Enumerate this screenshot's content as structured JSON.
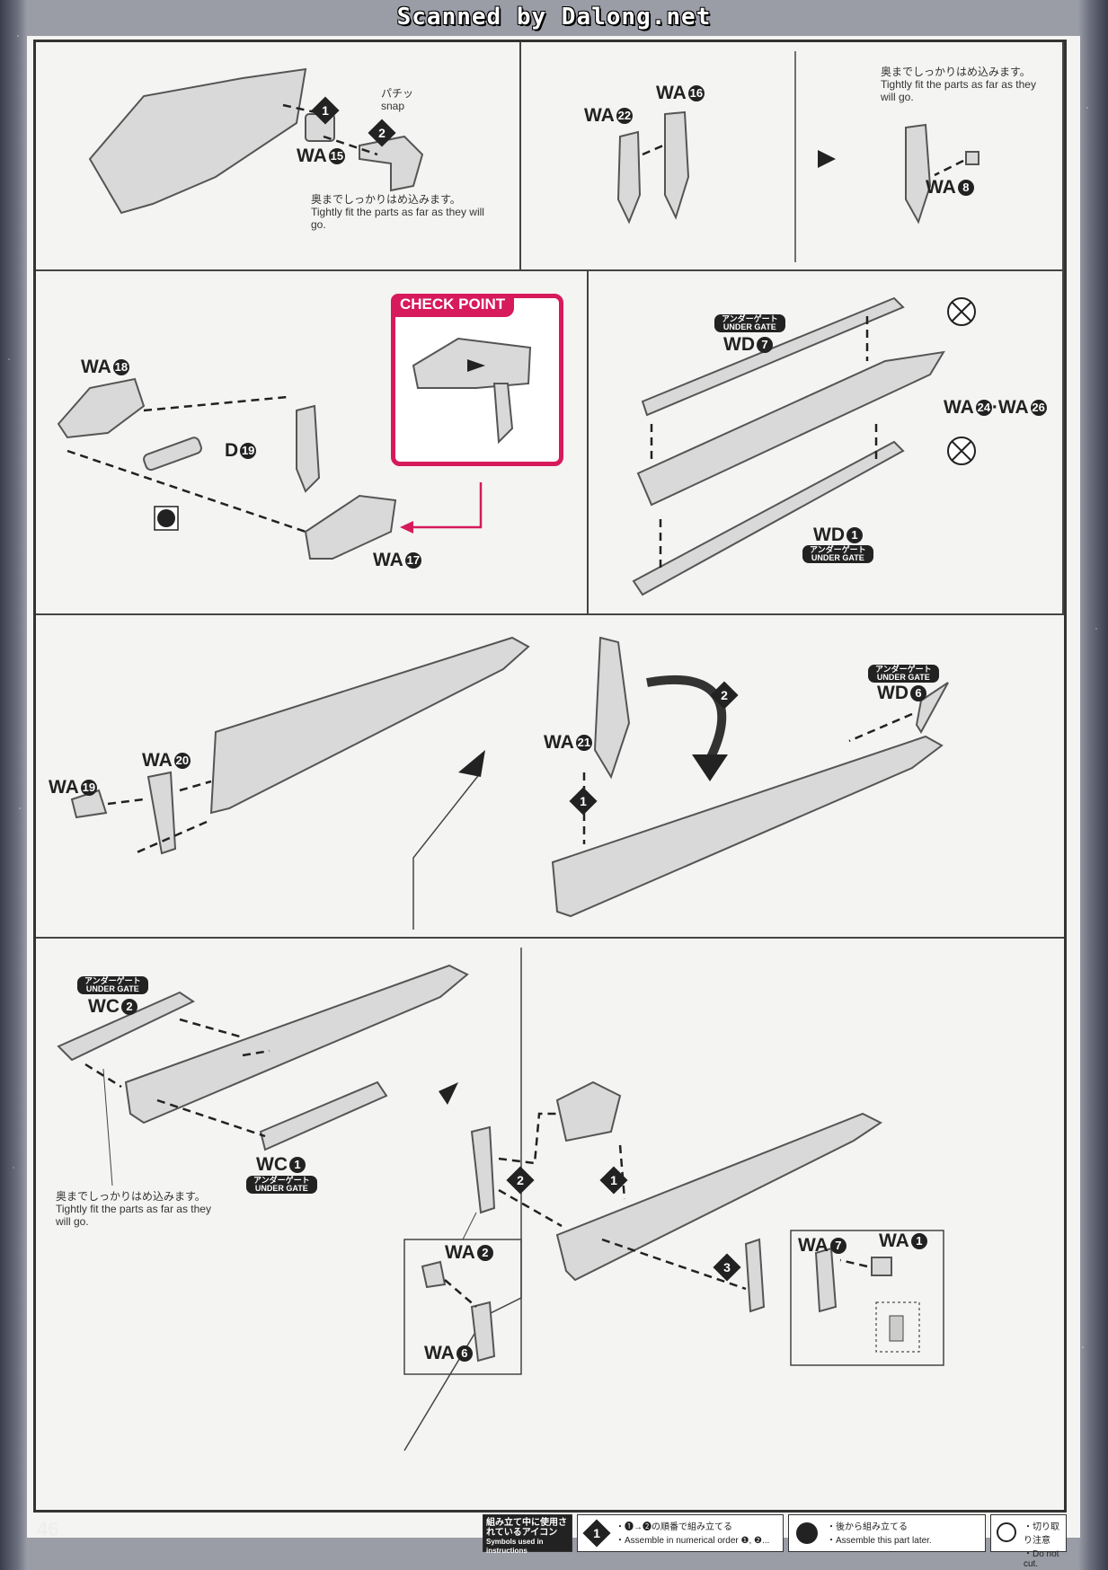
{
  "header": {
    "scanner_credit": "Scanned by Dalong.net"
  },
  "notes": {
    "tight_fit_jp": "奥までしっかりはめ込みます。",
    "tight_fit_en": "Tightly fit the parts as far as they will go."
  },
  "snap": {
    "jp": "パチッ",
    "en": "snap"
  },
  "under_gate": {
    "jp": "アンダーゲート",
    "en": "UNDER GATE"
  },
  "check_point": "CHECK POINT",
  "panels": {
    "p1": {
      "part_id": "WA",
      "part_num": "15"
    },
    "p2": {
      "parts": [
        {
          "id": "WA",
          "num": "22"
        },
        {
          "id": "WA",
          "num": "16"
        },
        {
          "id": "WA",
          "num": "8"
        }
      ]
    },
    "p3": {
      "parts": [
        {
          "id": "WA",
          "num": "18"
        },
        {
          "id": "D",
          "num": "19"
        },
        {
          "id": "WA",
          "num": "17"
        }
      ]
    },
    "p4": {
      "parts": [
        {
          "id": "WD",
          "num": "7"
        },
        {
          "id": "WA",
          "num": "24"
        },
        {
          "id": "WA",
          "num": "26"
        },
        {
          "id": "WD",
          "num": "1"
        }
      ]
    },
    "p5": {
      "parts": [
        {
          "id": "WA",
          "num": "19"
        },
        {
          "id": "WA",
          "num": "20"
        }
      ]
    },
    "p6": {
      "parts": [
        {
          "id": "WA",
          "num": "21"
        },
        {
          "id": "WD",
          "num": "6"
        }
      ]
    },
    "p7": {
      "parts": [
        {
          "id": "WC",
          "num": "2"
        },
        {
          "id": "WC",
          "num": "1"
        }
      ]
    },
    "p8": {
      "parts": [
        {
          "id": "WA",
          "num": "2"
        },
        {
          "id": "WA",
          "num": "6"
        },
        {
          "id": "WA",
          "num": "7"
        },
        {
          "id": "WA",
          "num": "1"
        }
      ]
    }
  },
  "steps": [
    "1",
    "2",
    "3"
  ],
  "footer": {
    "page_number": "46",
    "legend_title_jp": "組み立て中に使用されているアイコン",
    "legend_title_en": "Symbols used in instructions",
    "icon1_jp": "・❶→❷の順番で組み立てる",
    "icon1_en": "・Assemble in numerical order ❶, ❷...",
    "icon2_jp": "・後から組み立てる",
    "icon2_en": "・Assemble this part later.",
    "icon3_jp": "・切り取り注意",
    "icon3_en": "・Do not cut."
  }
}
